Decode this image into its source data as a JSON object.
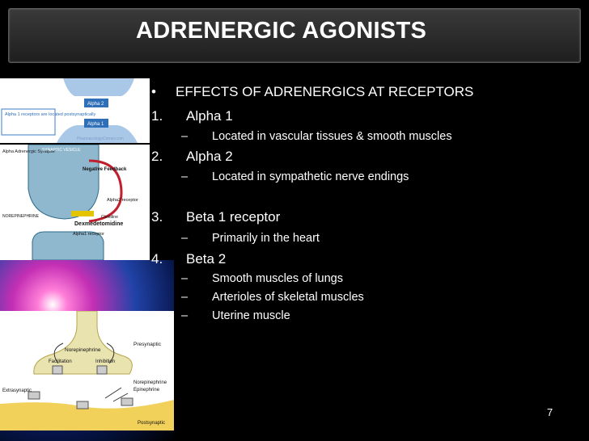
{
  "header": {
    "title": "ADRENERGIC AGONISTS"
  },
  "slide_number": "7",
  "outline": {
    "heading": {
      "marker": "•",
      "text": "EFFECTS OF ADRENERGICS AT RECEPTORS"
    },
    "items": [
      {
        "marker": "1.",
        "text": "Alpha 1",
        "subs": [
          {
            "marker": "–",
            "text": "Located in vascular tissues & smooth muscles"
          }
        ]
      },
      {
        "marker": "2.",
        "text": "Alpha 2",
        "subs": [
          {
            "marker": "–",
            "text": "Located in sympathetic nerve endings"
          }
        ]
      },
      {
        "marker": "3.",
        "text": "Beta 1 receptor",
        "subs": [
          {
            "marker": "–",
            "text": "Primarily in the heart"
          }
        ]
      },
      {
        "marker": "4.",
        "text": "Beta 2",
        "subs": [
          {
            "marker": "–",
            "text": "Smooth muscles of lungs"
          },
          {
            "marker": "–",
            "text": "Arterioles of skeletal muscles"
          },
          {
            "marker": "–",
            "text": "Uterine muscle"
          }
        ]
      }
    ]
  },
  "figures": {
    "alpha1": {
      "caption": "Alpha 1 receptors are located postsynaptically",
      "label_top": "Alpha 2",
      "label_bottom": "Alpha 1",
      "watermark": "PharmacologyCorner.com"
    },
    "alpha2": {
      "title_left": "Alpha Adrenergic Synapse",
      "vesicle": "SYNAPTIC VESICLE",
      "feedback": "Negative Feedback",
      "alpha2_receptor": "Alpha2 receptor",
      "ne": "NOREPINEPHRINE",
      "clonidine": "Clonidine",
      "dex": "Dexmedetomidine",
      "alpha1_receptor": "Alpha1 receptor"
    },
    "synapse": {
      "norepinephrine": "Norepinephrine",
      "presynaptic": "Presynaptic",
      "facilitation": "Facilitation",
      "inhibition": "Inhibition",
      "ne_right": "Norepinephrine",
      "epinephrine": "Epinephrine",
      "extrasynaptic": "Extrasynaptic",
      "postsynaptic": "Postsynaptic"
    }
  }
}
